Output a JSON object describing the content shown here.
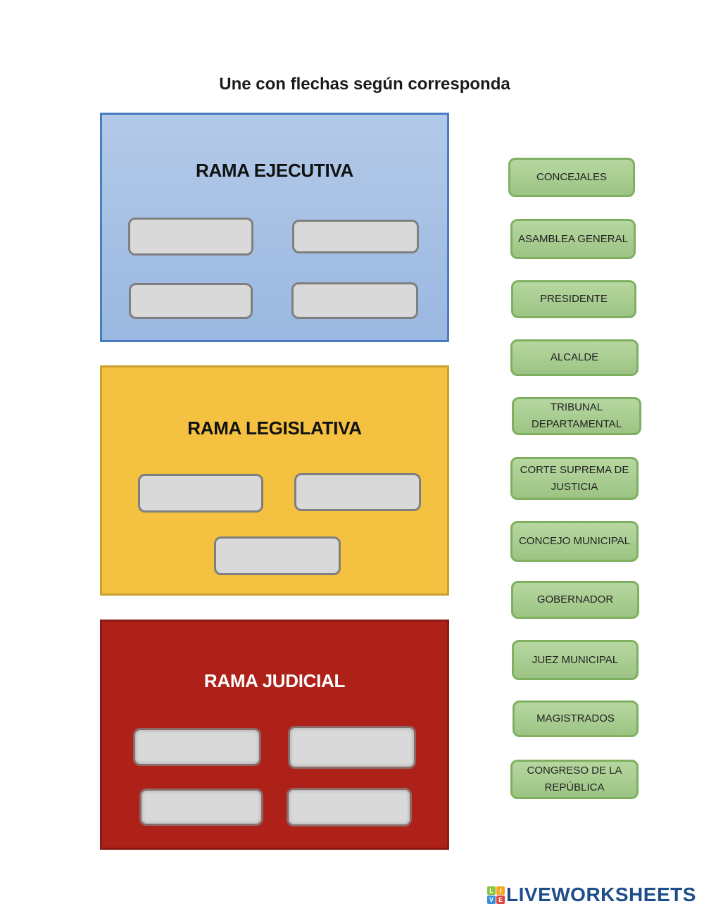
{
  "worksheet": {
    "title": "Une con flechas según corresponda"
  },
  "branches": [
    {
      "id": "ejecutiva",
      "title": "RAMA EJECUTIVA",
      "color": "#9ab8e0",
      "border": "#4a7cc4",
      "slots": 4
    },
    {
      "id": "legislativa",
      "title": "RAMA LEGISLATIVA",
      "color": "#f4c140",
      "border": "#c9a030",
      "slots": 3
    },
    {
      "id": "judicial",
      "title": "RAMA JUDICIAL",
      "color": "#ad2118",
      "border": "#8a1a14",
      "slots": 4
    }
  ],
  "options": [
    "CONCEJALES",
    "ASAMBLEA GENERAL",
    "PRESIDENTE",
    "ALCALDE",
    "TRIBUNAL DEPARTAMENTAL",
    "CORTE SUPREMA DE JUSTICIA",
    "CONCEJO MUNICIPAL",
    "GOBERNADOR",
    "JUEZ MUNICIPAL",
    "MAGISTRADOS",
    "CONGRESO DE LA REPÚBLICA"
  ],
  "branding": {
    "logo_letters": [
      "L",
      "I",
      "V",
      "E"
    ],
    "logo_colors": [
      "#8cc63f",
      "#f7a823",
      "#3b8fd9",
      "#e2403a"
    ],
    "logo_text": "LIVEWORKSHEETS"
  }
}
